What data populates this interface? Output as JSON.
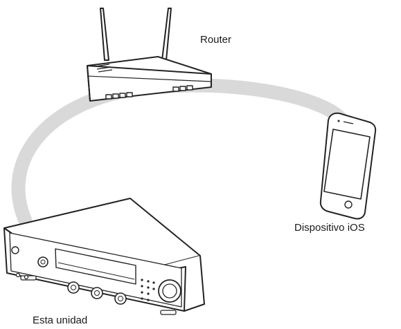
{
  "labels": {
    "router": "Router",
    "ios_device": "Dispositivo iOS",
    "this_unit": "Esta unidad"
  },
  "colors": {
    "connection_arc": "#d9d9d9",
    "outline": "#222222",
    "device_fill": "#ffffff"
  },
  "icons": {
    "router": "wifi-router-icon",
    "ios_device": "smartphone-icon",
    "this_unit": "av-receiver-icon"
  }
}
